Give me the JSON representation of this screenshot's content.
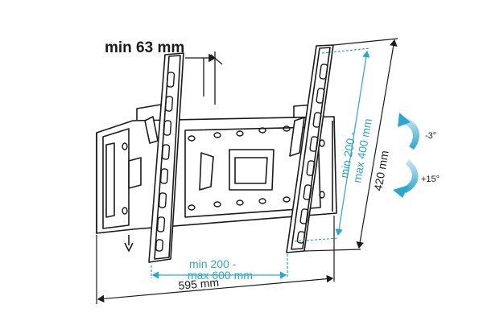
{
  "labels": {
    "depth": "min 63 mm",
    "vertical_range_line1": "min 200 -",
    "vertical_range_line2": "max 400 mm",
    "height": "420 mm",
    "horizontal_range_line1": "min 200 -",
    "horizontal_range_line2": "max 600 mm",
    "width": "595 mm",
    "tilt_up": "-3°",
    "tilt_down": "+15°"
  },
  "colors": {
    "accent": "#2aa6cf",
    "line": "#1a1a1a",
    "background": "#ffffff"
  }
}
